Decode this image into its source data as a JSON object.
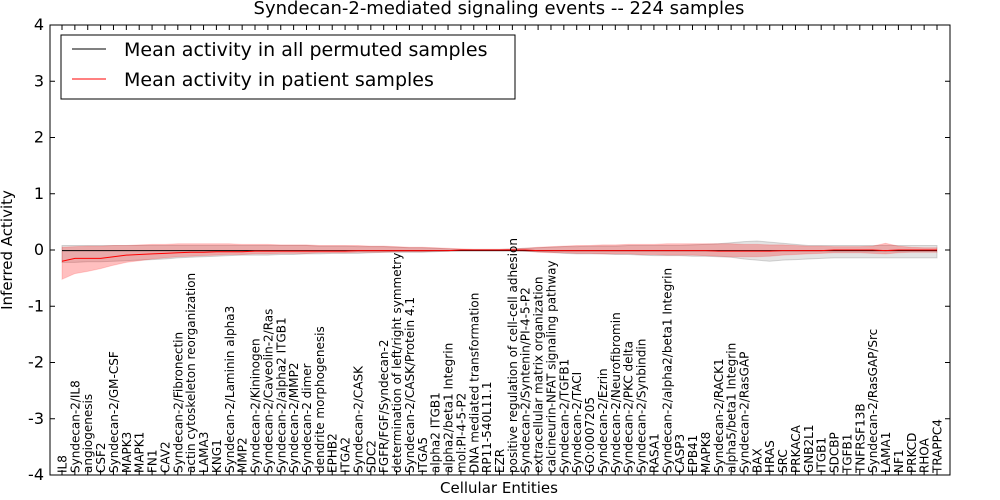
{
  "chart_data": {
    "type": "line",
    "title": "Syndecan-2-mediated signaling events -- 224 samples",
    "xlabel": "Cellular Entities",
    "ylabel": "Inferred Activity",
    "ylim": [
      -4,
      4
    ],
    "yticks": [
      -4,
      -3,
      -2,
      -1,
      0,
      1,
      2,
      3,
      4
    ],
    "legend_position": "top-left",
    "grid": false,
    "categories": [
      "IL8",
      "Syndecan-2/IL8",
      "angiogenesis",
      "CSF2",
      "Syndecan-2/GM-CSF",
      "MAPK3",
      "MAPK1",
      "FN1",
      "CAV2",
      "Syndecan-2/Fibronectin",
      "actin cytoskeleton reorganization",
      "LAMA3",
      "KNG1",
      "Syndecan-2/Laminin alpha3",
      "MMP2",
      "Syndecan-2/Kininogen",
      "Syndecan-2/Caveolin-2/Ras",
      "Syndecan-2/alpha2 ITGB1",
      "Syndecan-2/MMP2",
      "Syndecan-2 dimer",
      "dendrite morphogenesis",
      "EPHB2",
      "ITGA2",
      "Syndecan-2/CASK",
      "SDC2",
      "FGFR/FGF/Syndecan-2",
      "determination of left/right symmetry",
      "Syndecan-2/CASK/Protein 4.1",
      "ITGA5",
      "alpha2 ITGB1",
      "alpha2/beta1 Integrin",
      "mol:PI-4-5-P2",
      "DNA mediated transformation",
      "RP11-540L11.1",
      "EZR",
      "positive regulation of cell-cell adhesion",
      "Syndecan-2/Syntenin/PI-4-5-P2",
      "extracellular matrix organization",
      "calcineurin-NFAT signaling pathway",
      "Syndecan-2/TGFB1",
      "Syndecan-2/TACI",
      "GO:0007205",
      "Syndecan-2/Ezrin",
      "Syndecan-2/Neurofibromin",
      "Syndecan-2/PKC delta",
      "Syndecan-2/Synbindin",
      "RASA1",
      "Syndecan-2/alpha2/beta1 Integrin",
      "CASP3",
      "EPB41",
      "MAPK8",
      "Syndecan-2/RACK1",
      "alpha5/beta1 Integrin",
      "Syndecan-2/RasGAP",
      "BAX",
      "HRAS",
      "SRC",
      "PRKACA",
      "GNB2L1",
      "ITGB1",
      "SDCBP",
      "TGFB1",
      "TNFRSF13B",
      "Syndecan-2/RasGAP/Src",
      "LAMA1",
      "NF1",
      "PRKCD",
      "RHOA",
      "TRAPPC4"
    ],
    "series": [
      {
        "name": "Mean activity in all permuted samples",
        "color": "#000000",
        "values": [
          -0.01,
          -0.01,
          -0.01,
          -0.01,
          -0.01,
          -0.01,
          -0.01,
          -0.01,
          -0.01,
          -0.01,
          -0.01,
          -0.01,
          -0.01,
          -0.01,
          -0.01,
          -0.01,
          -0.01,
          -0.01,
          -0.01,
          -0.01,
          -0.01,
          -0.01,
          -0.01,
          -0.01,
          -0.01,
          -0.01,
          -0.01,
          -0.01,
          -0.01,
          -0.01,
          -0.01,
          -0.01,
          -0.01,
          -0.01,
          -0.01,
          -0.01,
          -0.01,
          -0.01,
          -0.01,
          -0.01,
          -0.01,
          -0.01,
          -0.01,
          -0.01,
          -0.01,
          -0.01,
          -0.01,
          -0.01,
          -0.01,
          -0.01,
          -0.01,
          -0.01,
          -0.01,
          -0.01,
          -0.01,
          -0.01,
          -0.01,
          -0.01,
          -0.01,
          -0.01,
          -0.01,
          -0.01,
          -0.01,
          -0.01,
          -0.01,
          -0.01,
          -0.01,
          -0.01,
          -0.01
        ],
        "lower": [
          -0.22,
          -0.22,
          -0.21,
          -0.21,
          -0.2,
          -0.19,
          -0.18,
          -0.17,
          -0.16,
          -0.14,
          -0.13,
          -0.12,
          -0.11,
          -0.1,
          -0.09,
          -0.09,
          -0.09,
          -0.08,
          -0.08,
          -0.07,
          -0.07,
          -0.06,
          -0.06,
          -0.06,
          -0.05,
          -0.04,
          -0.04,
          -0.04,
          -0.04,
          -0.03,
          -0.02,
          -0.01,
          -0.01,
          -0.01,
          -0.01,
          -0.01,
          -0.02,
          -0.03,
          -0.04,
          -0.06,
          -0.07,
          -0.07,
          -0.07,
          -0.08,
          -0.08,
          -0.09,
          -0.1,
          -0.1,
          -0.1,
          -0.11,
          -0.11,
          -0.12,
          -0.13,
          -0.16,
          -0.18,
          -0.2,
          -0.18,
          -0.17,
          -0.16,
          -0.15,
          -0.14,
          -0.14,
          -0.14,
          -0.14,
          -0.14,
          -0.14,
          -0.14,
          -0.14,
          -0.14
        ],
        "upper": [
          0.08,
          0.08,
          0.08,
          0.08,
          0.08,
          0.08,
          0.08,
          0.08,
          0.08,
          0.08,
          0.08,
          0.08,
          0.08,
          0.08,
          0.08,
          0.08,
          0.08,
          0.08,
          0.08,
          0.08,
          0.07,
          0.07,
          0.07,
          0.06,
          0.06,
          0.06,
          0.05,
          0.04,
          0.04,
          0.03,
          0.02,
          0.01,
          0.01,
          0.01,
          0.01,
          0.02,
          0.03,
          0.04,
          0.05,
          0.06,
          0.06,
          0.07,
          0.07,
          0.07,
          0.08,
          0.08,
          0.08,
          0.08,
          0.08,
          0.09,
          0.1,
          0.11,
          0.13,
          0.15,
          0.16,
          0.14,
          0.12,
          0.1,
          0.08,
          0.08,
          0.08,
          0.08,
          0.08,
          0.08,
          0.08,
          0.08,
          0.08,
          0.08,
          0.08
        ]
      },
      {
        "name": "Mean activity in patient samples",
        "color": "#ff0000",
        "values": [
          -0.2,
          -0.15,
          -0.15,
          -0.15,
          -0.12,
          -0.09,
          -0.08,
          -0.07,
          -0.06,
          -0.05,
          -0.04,
          -0.04,
          -0.03,
          -0.03,
          -0.03,
          -0.02,
          -0.02,
          -0.02,
          -0.02,
          -0.02,
          -0.02,
          -0.02,
          -0.02,
          -0.01,
          -0.01,
          -0.01,
          -0.01,
          -0.01,
          -0.01,
          -0.01,
          -0.01,
          0,
          0,
          0,
          0,
          0,
          0,
          -0.01,
          -0.01,
          -0.01,
          -0.01,
          -0.01,
          -0.01,
          -0.01,
          -0.01,
          -0.01,
          -0.01,
          -0.01,
          -0.01,
          -0.01,
          -0.01,
          -0.02,
          -0.02,
          -0.02,
          -0.02,
          -0.02,
          -0.01,
          -0.01,
          -0.01,
          -0.01,
          0,
          0,
          0,
          0,
          -0.01,
          0,
          0,
          0,
          0
        ],
        "lower": [
          -0.52,
          -0.42,
          -0.38,
          -0.33,
          -0.27,
          -0.22,
          -0.19,
          -0.16,
          -0.14,
          -0.12,
          -0.11,
          -0.1,
          -0.09,
          -0.08,
          -0.08,
          -0.07,
          -0.07,
          -0.06,
          -0.06,
          -0.06,
          -0.05,
          -0.05,
          -0.05,
          -0.04,
          -0.04,
          -0.04,
          -0.03,
          -0.03,
          -0.03,
          -0.02,
          -0.02,
          -0.01,
          -0.01,
          -0.01,
          -0.01,
          -0.01,
          -0.02,
          -0.04,
          -0.05,
          -0.05,
          -0.06,
          -0.06,
          -0.07,
          -0.07,
          -0.07,
          -0.08,
          -0.08,
          -0.09,
          -0.09,
          -0.09,
          -0.1,
          -0.11,
          -0.12,
          -0.12,
          -0.12,
          -0.11,
          -0.09,
          -0.08,
          -0.07,
          -0.06,
          -0.05,
          -0.05,
          -0.05,
          -0.06,
          -0.07,
          -0.05,
          -0.04,
          -0.04,
          -0.04
        ],
        "upper": [
          0.05,
          0.06,
          0.07,
          0.07,
          0.08,
          0.08,
          0.09,
          0.1,
          0.1,
          0.11,
          0.11,
          0.11,
          0.11,
          0.11,
          0.1,
          0.1,
          0.1,
          0.09,
          0.09,
          0.09,
          0.08,
          0.08,
          0.08,
          0.08,
          0.07,
          0.07,
          0.06,
          0.05,
          0.05,
          0.04,
          0.03,
          0.02,
          0.01,
          0.01,
          0.01,
          0.02,
          0.03,
          0.05,
          0.06,
          0.07,
          0.08,
          0.08,
          0.09,
          0.09,
          0.1,
          0.1,
          0.1,
          0.11,
          0.11,
          0.11,
          0.11,
          0.11,
          0.11,
          0.1,
          0.1,
          0.09,
          0.09,
          0.08,
          0.07,
          0.07,
          0.06,
          0.06,
          0.06,
          0.07,
          0.12,
          0.07,
          0.05,
          0.04,
          0.04
        ]
      }
    ]
  }
}
